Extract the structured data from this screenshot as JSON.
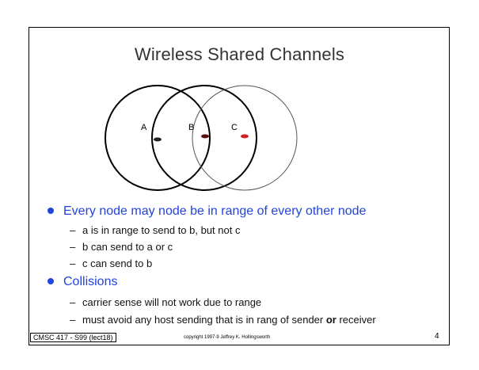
{
  "slide": {
    "title": "Wireless Shared Channels",
    "diagram": {
      "nodes": [
        {
          "label": "A",
          "color": "#222222"
        },
        {
          "label": "B",
          "color": "#5a1010"
        },
        {
          "label": "C",
          "color": "#cc2222"
        }
      ]
    },
    "bullets": [
      {
        "text": "Every node may node be in range of every other node",
        "subs": [
          {
            "text": "a is in range to send to b, but not c"
          },
          {
            "text": "b can send to a or c"
          },
          {
            "text": "c can send to b"
          }
        ]
      },
      {
        "text": "Collisions",
        "subs": [
          {
            "text": "carrier sense will not work due to range"
          },
          {
            "text_before": "must avoid any host sending that is in rang of sender ",
            "bold": "or",
            "text_after": " receiver"
          }
        ]
      }
    ],
    "dash": "–",
    "footer": {
      "course": "CMSC 417 - S99  (lect18)",
      "copyright": "copyright 1997-9  Jeffrey K. Hollingsworth",
      "page_number": "4"
    },
    "colors": {
      "bullet_text": "#2244dd",
      "circle_a": "#000000",
      "circle_c": "#555555"
    }
  }
}
